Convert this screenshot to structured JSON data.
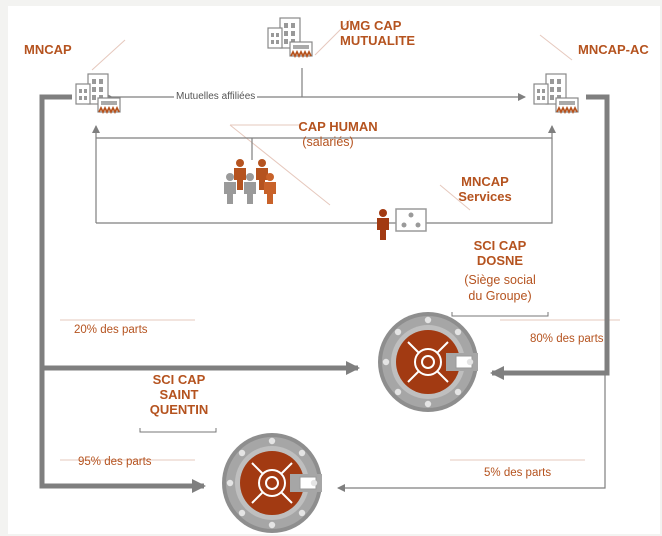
{
  "nodes": {
    "mncap": "MNCAP",
    "umg_line1": "UMG CAP",
    "umg_line2": "MUTUALITE",
    "mncap_ac": "MNCAP-AC",
    "cap_human": "CAP HUMAN",
    "cap_human_sub": "(salariés)",
    "services_line1": "MNCAP",
    "services_line2": "Services",
    "dosne_line1": "SCI CAP",
    "dosne_line2": "DOSNE",
    "dosne_sub1": "(Siège social",
    "dosne_sub2": "du Groupe)",
    "sq_line1": "SCI CAP",
    "sq_line2": "SAINT",
    "sq_line3": "QUENTIN"
  },
  "links": {
    "mutuelles": "Mutuelles affiliées",
    "pct_20": "20% des parts",
    "pct_80": "80% des parts",
    "pct_95": "95% des parts",
    "pct_5": "5% des parts"
  },
  "colors": {
    "accent": "#b5531f",
    "safe_dark": "#a23a12",
    "gray_arrow": "#7f7f7f",
    "building_gray": "#8c8c8c"
  }
}
